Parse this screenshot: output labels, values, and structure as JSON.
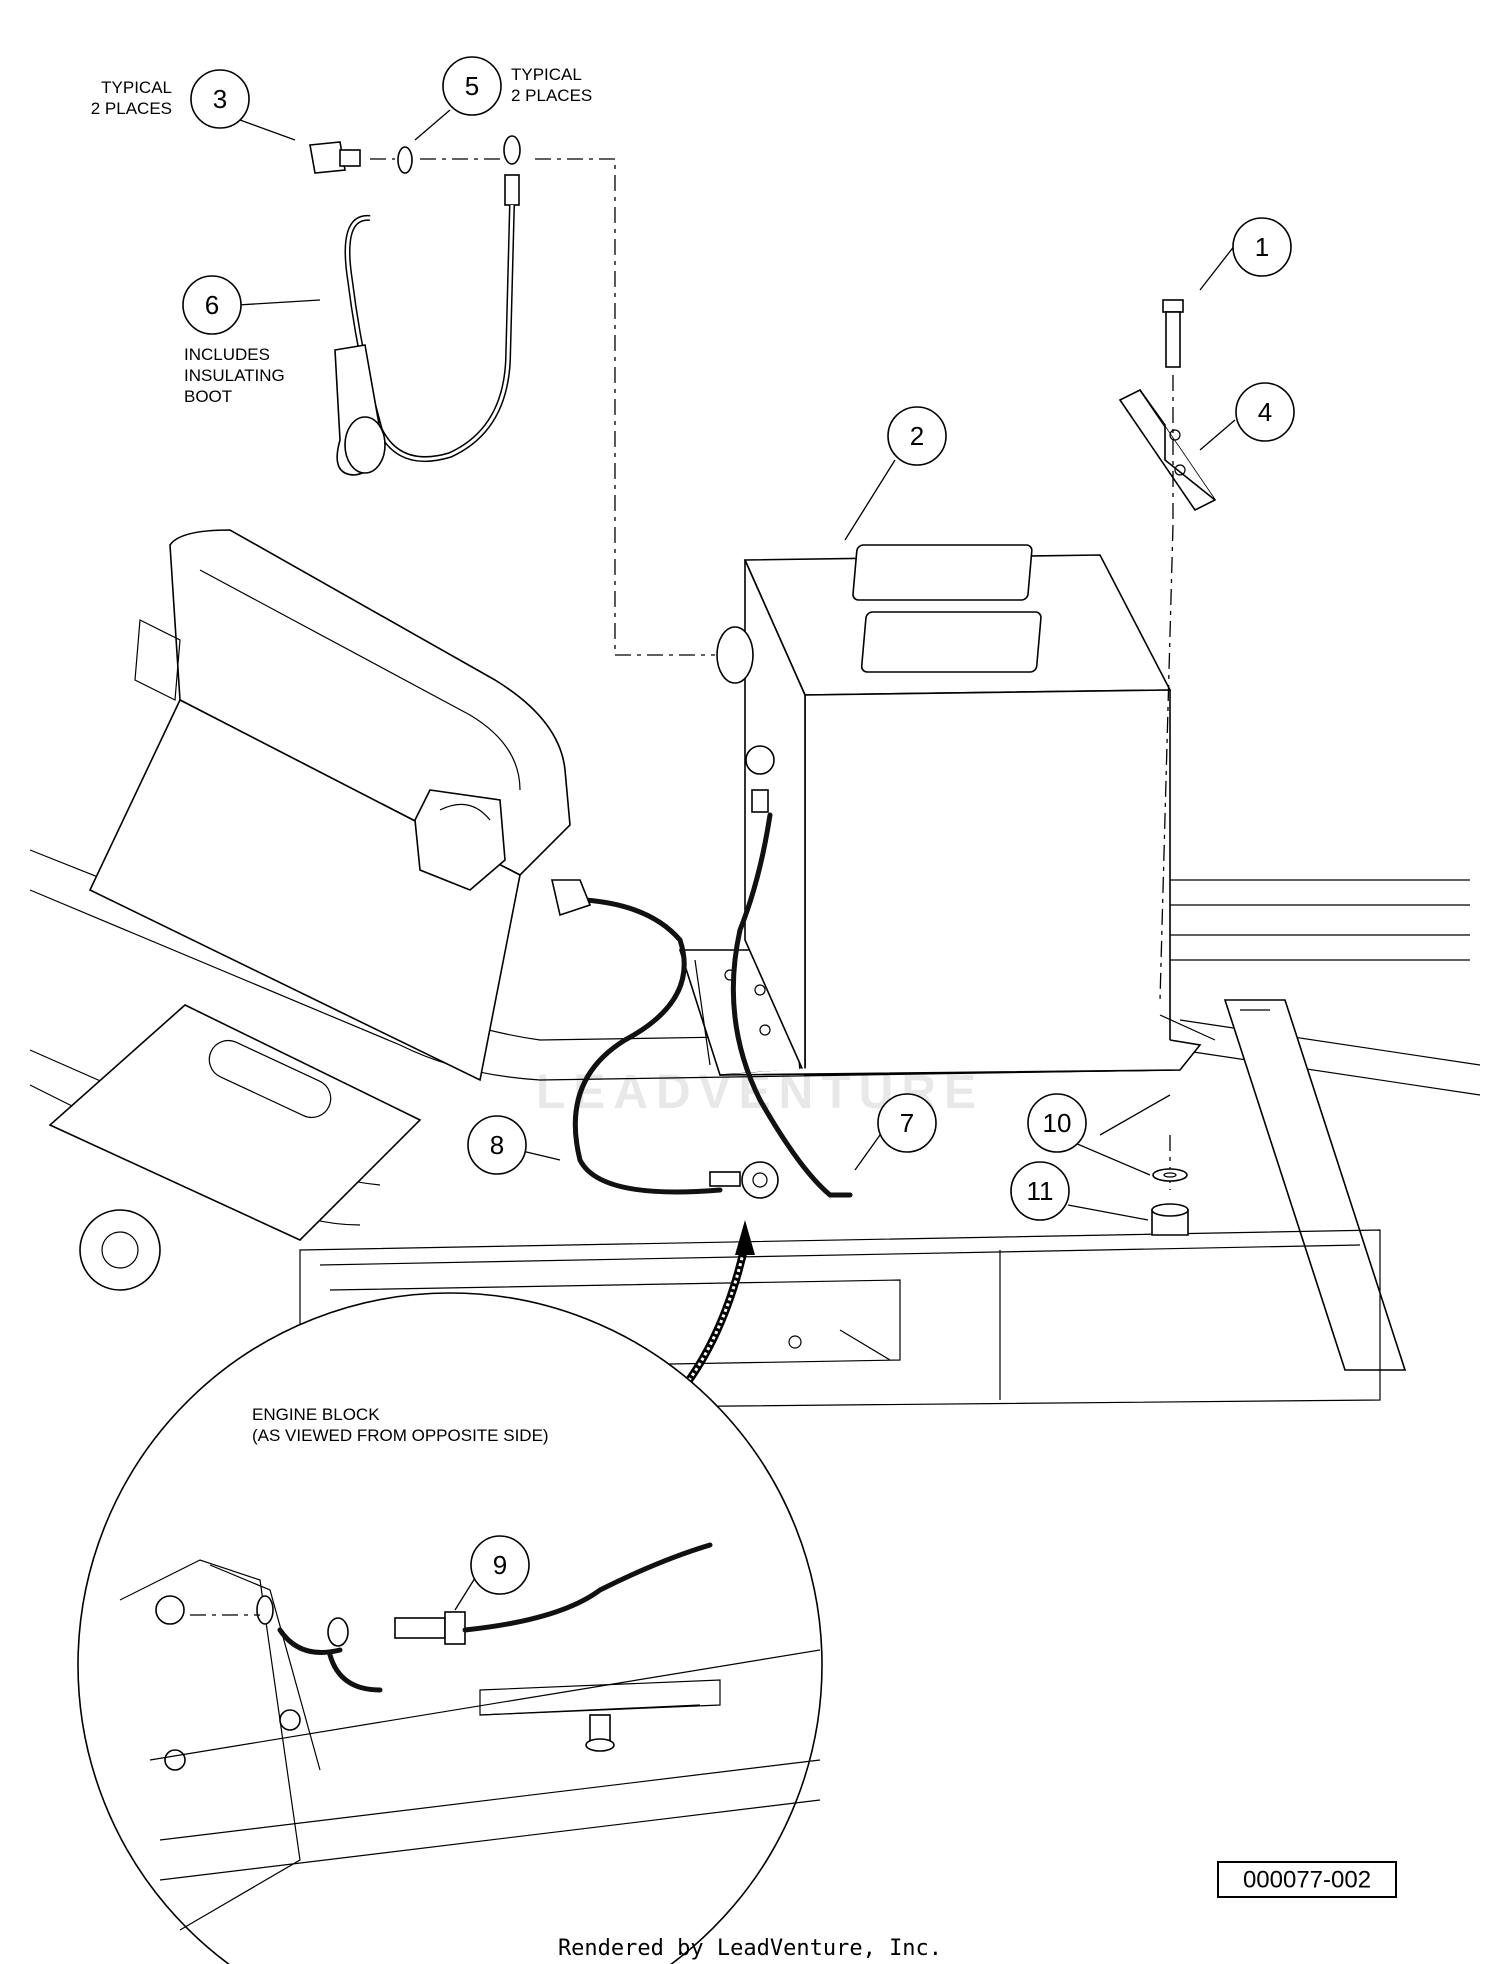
{
  "callouts": [
    {
      "id": "1",
      "label": "1"
    },
    {
      "id": "2",
      "label": "2"
    },
    {
      "id": "3",
      "label": "3"
    },
    {
      "id": "4",
      "label": "4"
    },
    {
      "id": "5",
      "label": "5"
    },
    {
      "id": "6",
      "label": "6"
    },
    {
      "id": "7",
      "label": "7"
    },
    {
      "id": "8",
      "label": "8"
    },
    {
      "id": "9",
      "label": "9"
    },
    {
      "id": "10",
      "label": "10"
    },
    {
      "id": "11",
      "label": "11"
    }
  ],
  "notes": {
    "typical_3_line1": "TYPICAL",
    "typical_3_line2": "2 PLACES",
    "typical_5_line1": "TYPICAL",
    "typical_5_line2": "2 PLACES",
    "boot_line1": "INCLUDES",
    "boot_line2": "INSULATING",
    "boot_line3": "BOOT",
    "engine_line1": "ENGINE BLOCK",
    "engine_line2": "(AS VIEWED FROM OPPOSITE SIDE)"
  },
  "drawing_number": "000077-002",
  "watermark": "LEADVENTURE",
  "footer": "Rendered by LeadVenture, Inc."
}
